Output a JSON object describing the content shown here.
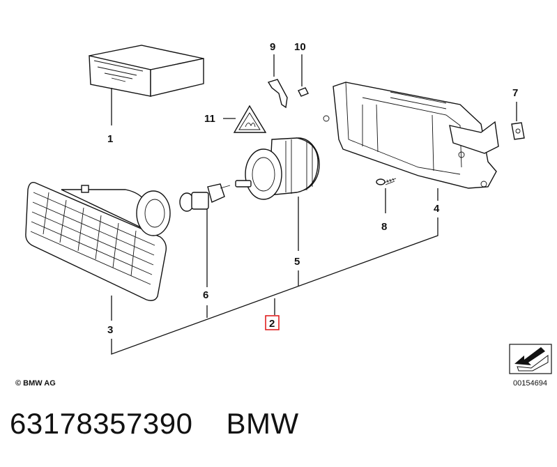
{
  "callouts": {
    "c1": "1",
    "c2": "2",
    "c3": "3",
    "c4": "4",
    "c5": "5",
    "c6": "6",
    "c7": "7",
    "c8": "8",
    "c9": "9",
    "c10": "10",
    "c11": "11"
  },
  "highlighted_callout": "2",
  "highlight_color": "#e0201f",
  "copyright": "© BMW AG",
  "diagram_id": "00154694",
  "caption": {
    "part_number": "63178357390",
    "brand": "BMW"
  },
  "icons": [
    "box-icon",
    "fog-lamp-lens-icon",
    "bulb-icon",
    "warning-triangle-icon",
    "socket-icon",
    "housing-icon",
    "screw-icon",
    "clip-icon",
    "nut-icon",
    "direction-arrow-icon"
  ]
}
